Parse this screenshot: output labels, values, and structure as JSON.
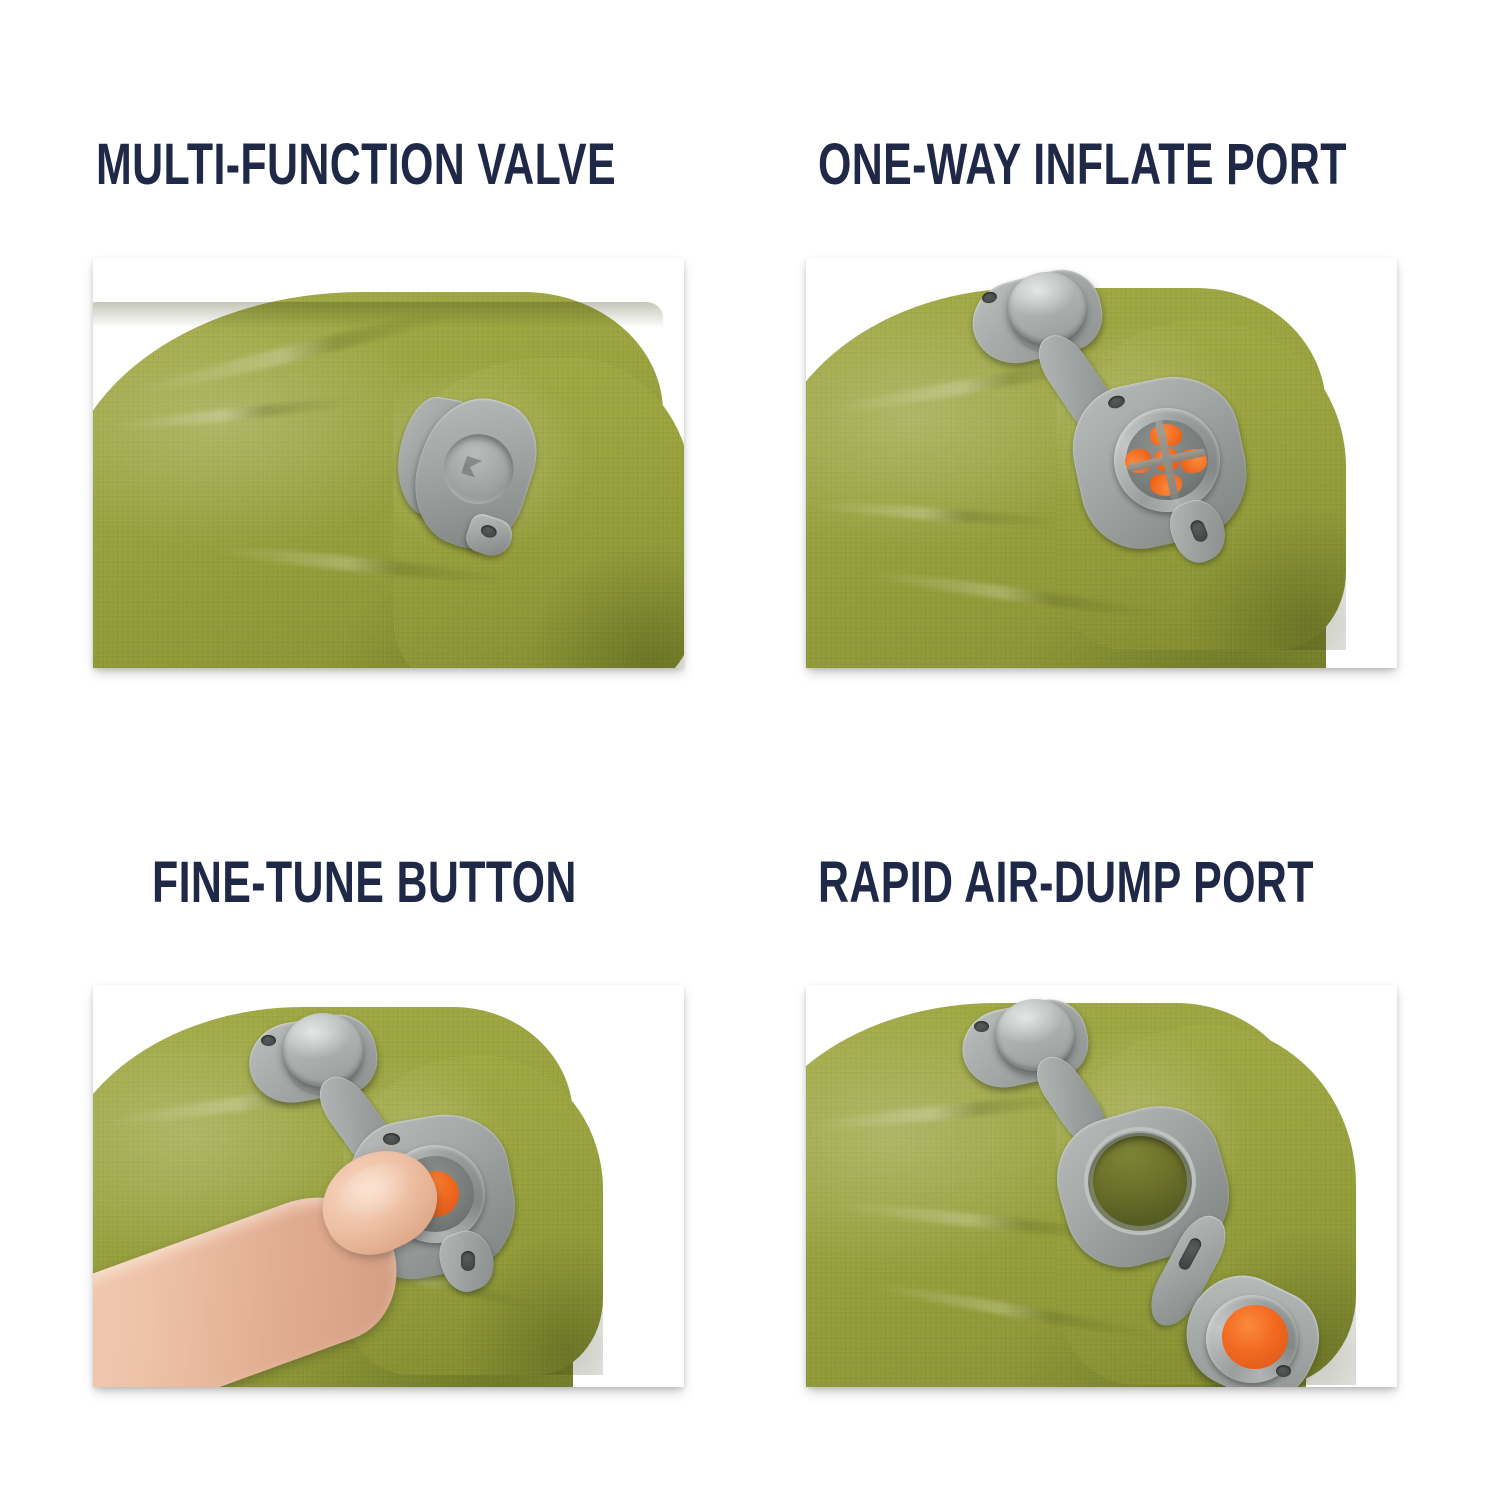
{
  "page": {
    "background_color": "#ffffff",
    "title_color": "#1f2947",
    "mat_color": "#9aa33e",
    "valve_gray": "#a3a7a6",
    "accent_orange": "#f26a20",
    "layout": "2x2 feature grid"
  },
  "panels": [
    {
      "id": "multi-function-valve",
      "title": "MULTI-FUNCTION VALVE",
      "photo": {
        "subject": "olive green self-inflating sleeping pad corner with closed multi-function valve cap",
        "valve_state": "closed",
        "parts_visible": [
          "valve-cap",
          "hinge-strap",
          "pull-tab"
        ]
      }
    },
    {
      "id": "one-way-inflate-port",
      "title": "ONE-WAY INFLATE PORT",
      "photo": {
        "subject": "valve cap opened showing orange one-way inflate membrane",
        "valve_state": "open",
        "parts_visible": [
          "detached-cap-plug",
          "connector-strap",
          "valve-body",
          "orange-one-way-membrane",
          "pull-tab"
        ]
      }
    },
    {
      "id": "fine-tune-button",
      "title": "FINE-TUNE BUTTON",
      "photo": {
        "subject": "finger pressing the orange fine-tune button at the center of the valve",
        "valve_state": "pressed",
        "parts_visible": [
          "finger",
          "orange-button",
          "valve-body",
          "detached-cap-plug",
          "connector-strap"
        ]
      }
    },
    {
      "id": "rapid-air-dump-port",
      "title": "RAPID AIR-DUMP PORT",
      "photo": {
        "subject": "valve core removed exposing the large open air-dump port",
        "valve_state": "core removed / wide open",
        "parts_visible": [
          "open-dump-hole",
          "valve-collar",
          "removed-core-with-orange-face",
          "connector-strap",
          "cap-plug"
        ]
      }
    }
  ]
}
